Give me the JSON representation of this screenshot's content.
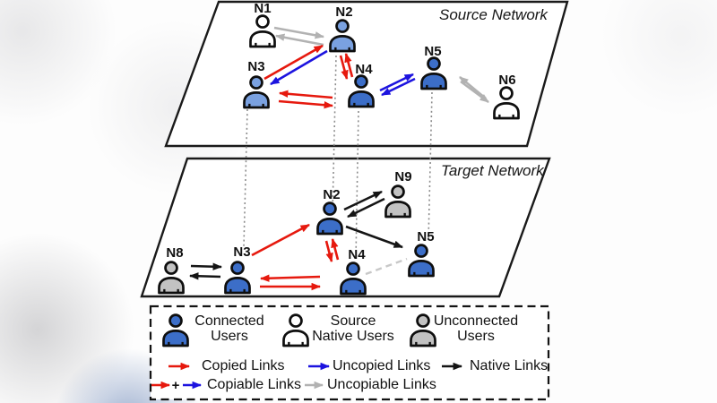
{
  "source_network": {
    "title": "Source Network",
    "nodes": [
      {
        "label": "N1",
        "type": "source-native"
      },
      {
        "label": "N2",
        "type": "connected"
      },
      {
        "label": "N3",
        "type": "connected"
      },
      {
        "label": "N4",
        "type": "connected"
      },
      {
        "label": "N5",
        "type": "connected"
      },
      {
        "label": "N6",
        "type": "source-native"
      }
    ],
    "edges": [
      {
        "from": "N1",
        "to": "N2",
        "type": "uncopiable",
        "bidirectional": true
      },
      {
        "from": "N3",
        "to": "N2",
        "type": "copied"
      },
      {
        "from": "N2",
        "to": "N3",
        "type": "uncopied"
      },
      {
        "from": "N2",
        "to": "N4",
        "type": "copied",
        "bidirectional": true
      },
      {
        "from": "N3",
        "to": "N4",
        "type": "copied",
        "bidirectional": true
      },
      {
        "from": "N4",
        "to": "N5",
        "type": "uncopied",
        "bidirectional": true
      },
      {
        "from": "N5",
        "to": "N6",
        "type": "uncopiable",
        "bidirectional": true
      }
    ]
  },
  "target_network": {
    "title": "Target Network",
    "nodes": [
      {
        "label": "N8",
        "type": "unconnected"
      },
      {
        "label": "N3",
        "type": "connected"
      },
      {
        "label": "N2",
        "type": "connected"
      },
      {
        "label": "N9",
        "type": "unconnected"
      },
      {
        "label": "N4",
        "type": "connected"
      },
      {
        "label": "N5",
        "type": "connected"
      }
    ],
    "edges": [
      {
        "from": "N8",
        "to": "N3",
        "type": "native",
        "bidirectional": true
      },
      {
        "from": "N3",
        "to": "N2",
        "type": "copied"
      },
      {
        "from": "N2",
        "to": "N4",
        "type": "copied",
        "bidirectional": true
      },
      {
        "from": "N3",
        "to": "N4",
        "type": "copied",
        "bidirectional": true
      },
      {
        "from": "N2",
        "to": "N9",
        "type": "native",
        "bidirectional": true
      },
      {
        "from": "N2",
        "to": "N5",
        "type": "native"
      },
      {
        "from": "N4",
        "to": "N5",
        "type": "dashed"
      }
    ],
    "mapped_pairs": [
      "N3",
      "N2",
      "N4",
      "N5"
    ]
  },
  "legend": {
    "user_types": [
      {
        "line1": "Connected",
        "line2": "Users",
        "type": "connected"
      },
      {
        "line1": "Source",
        "line2": "Native Users",
        "type": "source-native"
      },
      {
        "line1": "Unconnected",
        "line2": "Users",
        "type": "unconnected"
      }
    ],
    "link_types": [
      {
        "label": "Copied Links",
        "color_key": "copied_link"
      },
      {
        "label": "Uncopied Links",
        "color_key": "uncopied_link"
      },
      {
        "label": "Native Links",
        "color_key": "native_link"
      },
      {
        "label": "Copiable Links",
        "color_key": "copied_link + uncopied_link"
      },
      {
        "label": "Uncopiable Links",
        "color_key": "uncopiable_link"
      }
    ],
    "plus": "+"
  },
  "colors": {
    "connected": "#3C6EC8",
    "connected_light": "#7AA1E0",
    "unconnected": "#C2C2C2",
    "native": "#FFFFFF",
    "copied_link": "#E6190E",
    "uncopied_link": "#1C13DF",
    "native_link": "#151515",
    "uncopiable_link": "#B2B2B2",
    "dashed_link": "#C8C8C8"
  }
}
